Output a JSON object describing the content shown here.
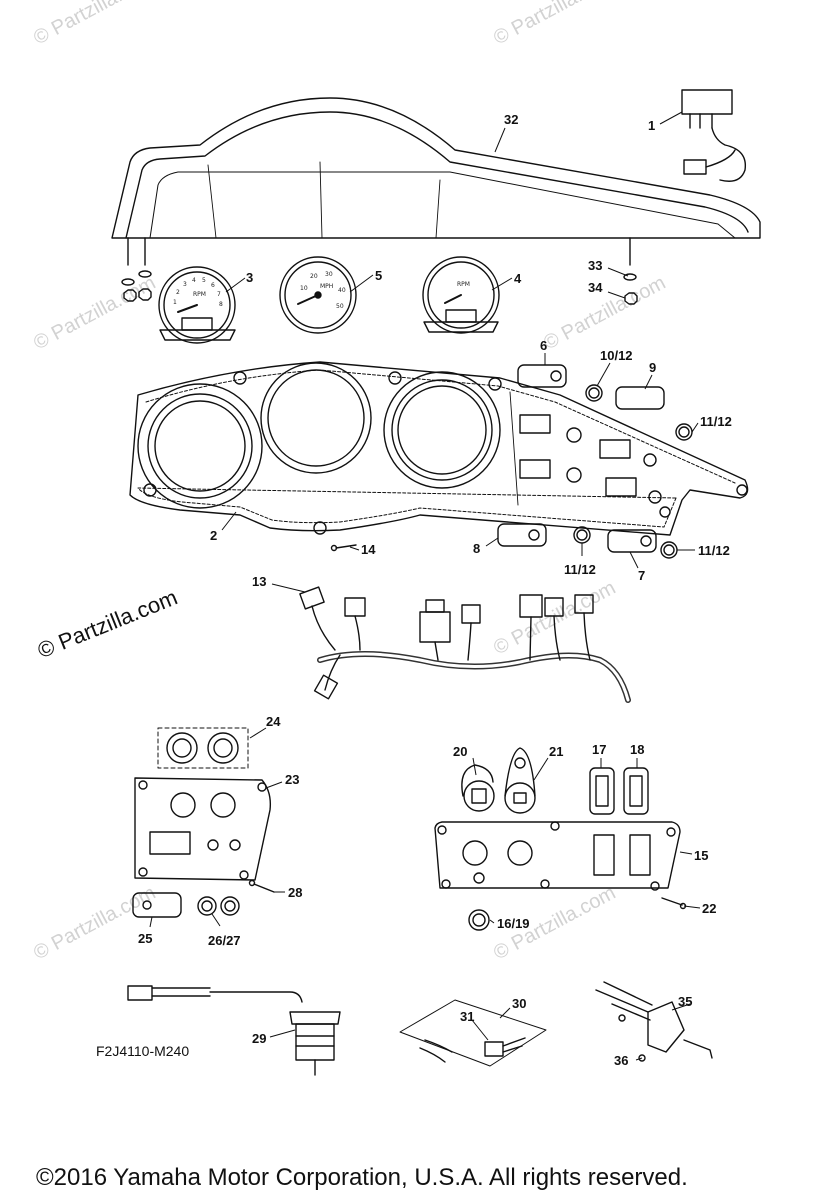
{
  "diagram_code": "F2J4110-M240",
  "copyright": "©2016  Yamaha Motor Corporation, U.S.A. All rights reserved.",
  "watermark_main": "© Partzilla.com",
  "watermark_faint": "© Partzilla.com",
  "gauge_labels": {
    "speedo_unit": "MPH",
    "speedo_ticks": [
      "10",
      "20",
      "30",
      "40",
      "50"
    ],
    "tach_unit": "RPM",
    "tach_ticks": [
      "1",
      "2",
      "3",
      "4",
      "5",
      "6",
      "7",
      "8"
    ]
  },
  "callouts": {
    "p1": "1",
    "p2": "2",
    "p3": "3",
    "p4": "4",
    "p5": "5",
    "p6": "6",
    "p7": "7",
    "p8": "8",
    "p9": "9",
    "p10_12": "10/12",
    "p11_12a": "11/12",
    "p11_12b": "11/12",
    "p11_12c": "11/12",
    "p13": "13",
    "p14": "14",
    "p15": "15",
    "p16_19": "16/19",
    "p17": "17",
    "p18": "18",
    "p20": "20",
    "p21": "21",
    "p22": "22",
    "p23": "23",
    "p24": "24",
    "p25": "25",
    "p26_27": "26/27",
    "p28": "28",
    "p29": "29",
    "p30": "30",
    "p31": "31",
    "p32": "32",
    "p33": "33",
    "p34": "34",
    "p35": "35",
    "p36": "36"
  }
}
